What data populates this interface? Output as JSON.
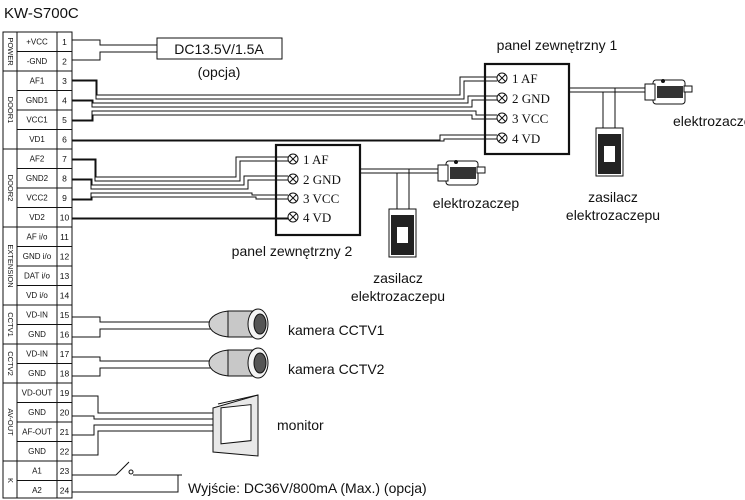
{
  "title": "KW-S700C",
  "groups": [
    "POWER",
    "DOOR1",
    "DOOR2",
    "EXTENSION",
    "CCTV1",
    "CCTV2",
    "AV-OUT",
    "K"
  ],
  "terminals": [
    {
      "label": "+VCC",
      "num": "1"
    },
    {
      "label": "-GND",
      "num": "2"
    },
    {
      "label": "AF1",
      "num": "3"
    },
    {
      "label": "GND1",
      "num": "4"
    },
    {
      "label": "VCC1",
      "num": "5"
    },
    {
      "label": "VD1",
      "num": "6"
    },
    {
      "label": "AF2",
      "num": "7"
    },
    {
      "label": "GND2",
      "num": "8"
    },
    {
      "label": "VCC2",
      "num": "9"
    },
    {
      "label": "VD2",
      "num": "10"
    },
    {
      "label": "AF i/o",
      "num": "11"
    },
    {
      "label": "GND i/o",
      "num": "12"
    },
    {
      "label": "DAT i/o",
      "num": "13"
    },
    {
      "label": "VD i/o",
      "num": "14"
    },
    {
      "label": "VD-IN",
      "num": "15"
    },
    {
      "label": "GND",
      "num": "16"
    },
    {
      "label": "VD-IN",
      "num": "17"
    },
    {
      "label": "GND",
      "num": "18"
    },
    {
      "label": "VD-OUT",
      "num": "19"
    },
    {
      "label": "GND",
      "num": "20"
    },
    {
      "label": "AF-OUT",
      "num": "21"
    },
    {
      "label": "GND",
      "num": "22"
    },
    {
      "label": "A1",
      "num": "23"
    },
    {
      "label": "A2",
      "num": "24"
    }
  ],
  "power_supply": {
    "label": "DC13.5V/1.5A",
    "note": "(opcja)"
  },
  "panel1": {
    "title": "panel zewnętrzny 1",
    "pins": [
      "1 AF",
      "2 GND",
      "3 VCC",
      "4 VD"
    ]
  },
  "panel2": {
    "title": "panel zewnętrzny 2",
    "pins": [
      "1 AF",
      "2 GND",
      "3 VCC",
      "4 VD"
    ]
  },
  "strike1": {
    "label": "elektrozaczep"
  },
  "psu1": {
    "line1": "zasilacz",
    "line2": "elektrozaczepu"
  },
  "strike2": {
    "label": "elektrozaczep"
  },
  "psu2": {
    "line1": "zasilacz",
    "line2": "elektrozaczepu"
  },
  "camera1": {
    "label": "kamera CCTV1"
  },
  "camera2": {
    "label": "kamera CCTV2"
  },
  "monitor": {
    "label": "monitor"
  },
  "output": {
    "label": "Wyjście: DC36V/800mA (Max.) (opcja)"
  }
}
